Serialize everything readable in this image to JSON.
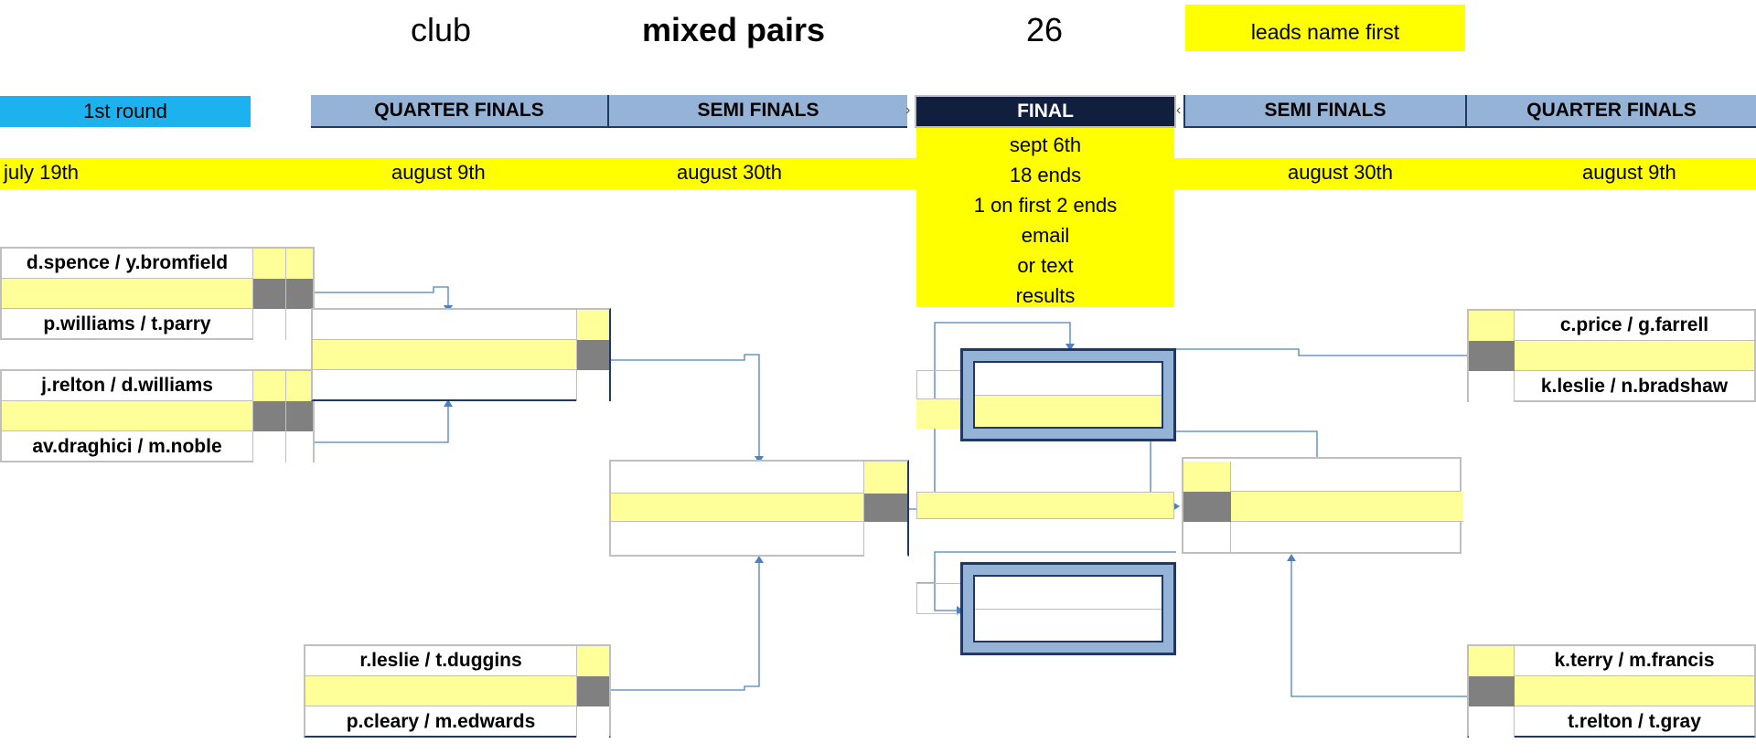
{
  "header": {
    "club_label": "club",
    "event_title": "mixed pairs",
    "year": "26",
    "note": "leads name first"
  },
  "rounds": {
    "first_round": "1st round",
    "quarter_finals_left": "QUARTER FINALS",
    "semi_finals_left": "SEMI FINALS",
    "final": "FINAL",
    "semi_finals_right": "SEMI FINALS",
    "quarter_finals_right": "QUARTER FINALS"
  },
  "dates": {
    "first_round": "july 19th",
    "quarter_finals_left": "august 9th",
    "semi_finals_left": "august 30th",
    "semi_finals_right": "august 30th",
    "quarter_finals_right": "august 9th"
  },
  "final_info": [
    "sept 6th",
    "18 ends",
    "1 on first 2 ends",
    "email",
    "or text",
    "results"
  ],
  "matches": {
    "r1_match1": {
      "top": "d.spence / y.bromfield",
      "bottom": "p.williams / t.parry"
    },
    "r1_match2": {
      "top": "j.relton / d.williams",
      "bottom": "av.draghici / m.noble"
    },
    "qf_left_bottom": {
      "top": "r.leslie / t.duggins",
      "bottom": "p.cleary / m.edwards"
    },
    "qf_right_top": {
      "top": "c.price / g.farrell",
      "bottom": "k.leslie / n.bradshaw"
    },
    "qf_right_bottom": {
      "top": "k.terry / m.francis",
      "bottom": "t.relton / t.gray"
    }
  },
  "colors": {
    "yellow": "#ffff00",
    "light_yellow": "#ffff99",
    "header_blue": "#95b3d7",
    "first_round_blue": "#1cb2ef",
    "final_navy": "#0f1f3d",
    "score_gray": "#808080"
  }
}
